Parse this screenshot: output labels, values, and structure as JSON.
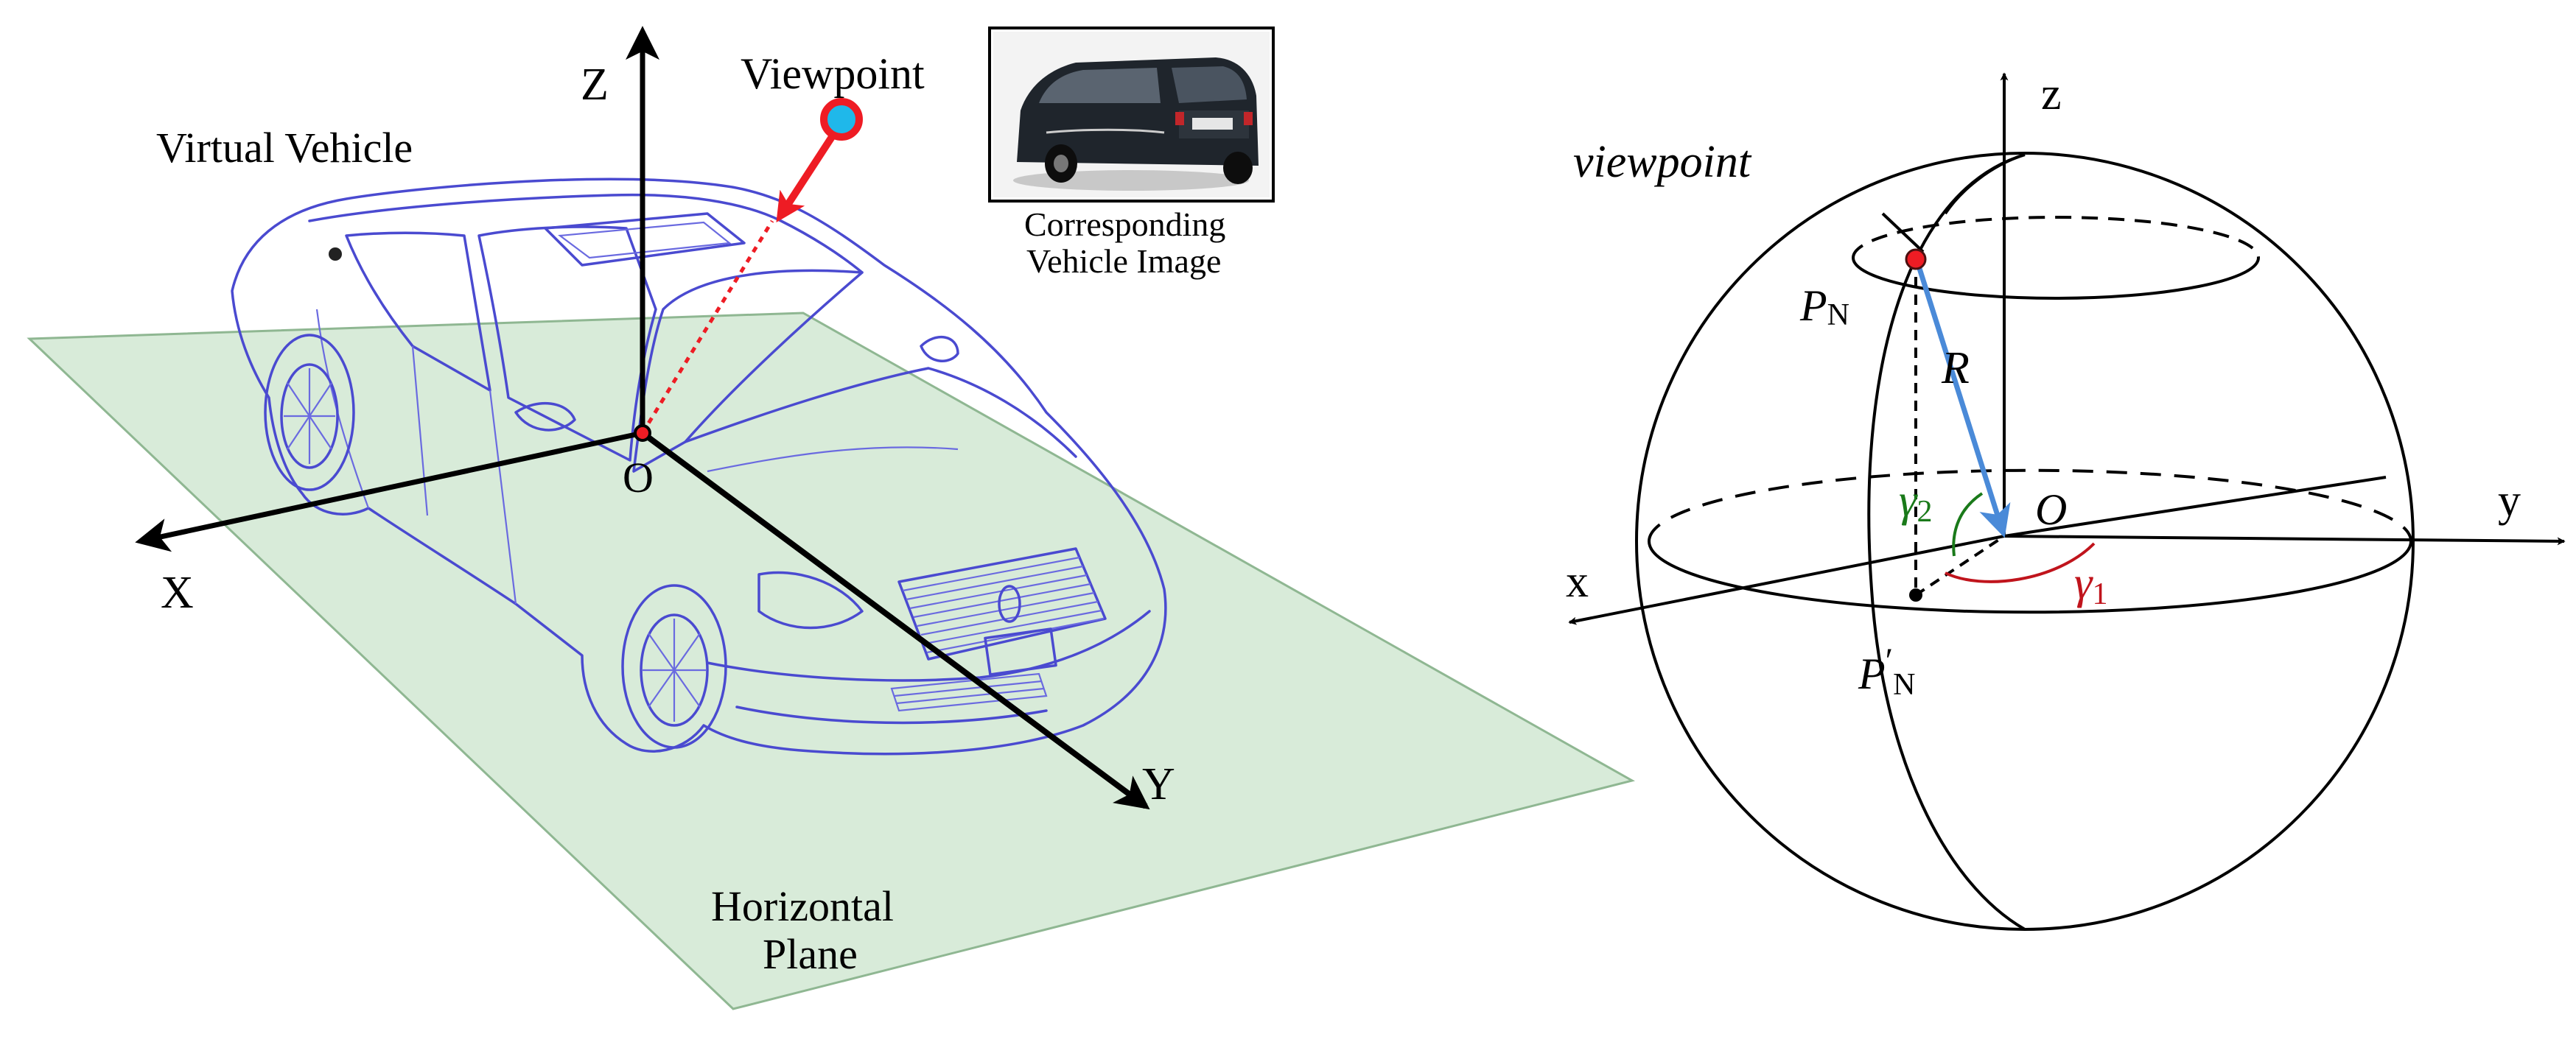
{
  "left": {
    "title_virtual_vehicle": "Virtual Vehicle",
    "viewpoint_label": "Viewpoint",
    "axis_z": "Z",
    "axis_x": "X",
    "axis_y": "Y",
    "origin": "O",
    "plane_label_line1": "Horizontal",
    "plane_label_line2": "Plane",
    "inset_caption_line1": "Corresponding",
    "inset_caption_line2": "Vehicle Image",
    "colors": {
      "plane_fill": "#d8ebd9",
      "car_line": "#4a4ad0",
      "viewpoint_arrow": "#ee1c24",
      "viewpoint_center": "#1fb8ea"
    }
  },
  "right": {
    "viewpoint_label": "viewpoint",
    "axis_z": "z",
    "axis_x": "x",
    "axis_y": "y",
    "origin": "O",
    "point_name": "P",
    "point_sub": "N",
    "proj_name": "P",
    "proj_prime": "′",
    "proj_sub": "N",
    "radius": "R",
    "gamma": "γ",
    "gamma1_sub": "1",
    "gamma2_sub": "2",
    "colors": {
      "radius_vector": "#4a8ad8",
      "gamma1": "#c0141c",
      "gamma2": "#1a7a1a",
      "point": "#ee1c24"
    }
  }
}
